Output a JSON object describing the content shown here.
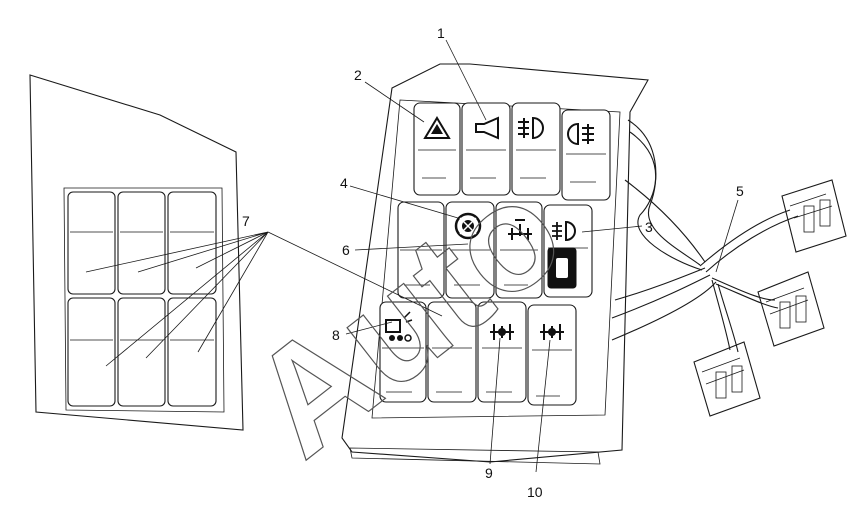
{
  "figure": {
    "watermark": "Auto",
    "callouts": [
      {
        "id": "c1",
        "label": "1"
      },
      {
        "id": "c2",
        "label": "2"
      },
      {
        "id": "c3",
        "label": "3"
      },
      {
        "id": "c4",
        "label": "4"
      },
      {
        "id": "c5",
        "label": "5"
      },
      {
        "id": "c6",
        "label": "6"
      },
      {
        "id": "c7",
        "label": "7"
      },
      {
        "id": "c8",
        "label": "8"
      },
      {
        "id": "c9",
        "label": "9"
      },
      {
        "id": "c10",
        "label": "10"
      }
    ],
    "icons": [
      "hazard-warning-icon",
      "horn-icon",
      "front-fog-light-icon",
      "rear-fog-light-icon",
      "differential-lock-icon",
      "axle-lock-icon",
      "cab-tilt-icon",
      "beacon-icon",
      "inter-axle-lock-icon",
      "cross-axle-lock-icon"
    ]
  }
}
